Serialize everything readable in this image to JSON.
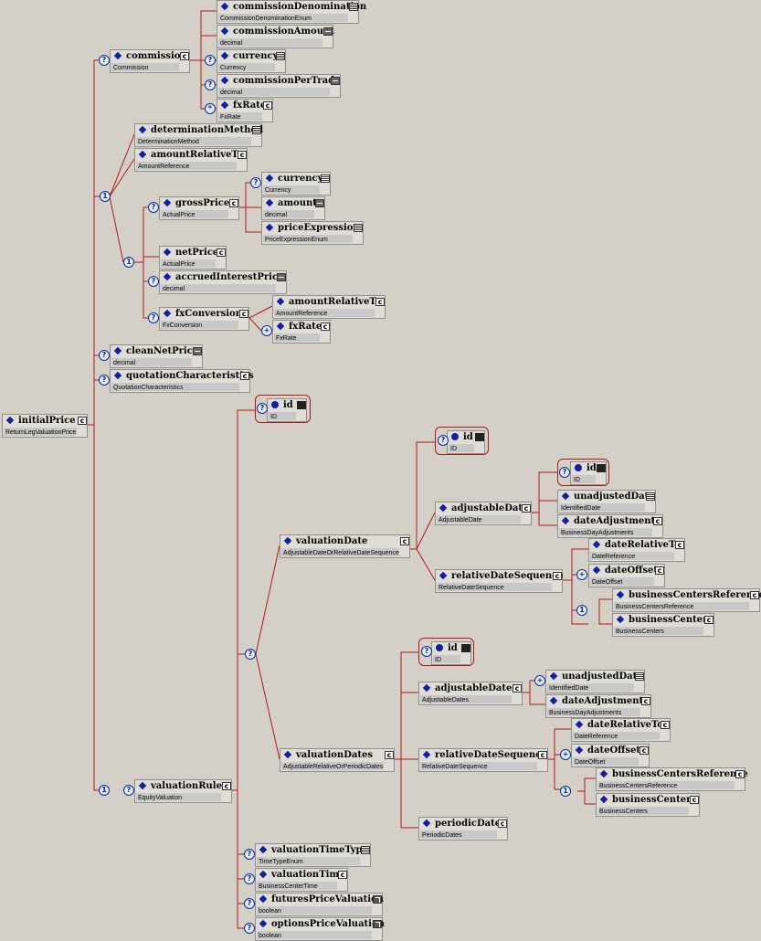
{
  "colors": {
    "connector": "#b01818",
    "badge": "#0030a0",
    "marker": "#1020a0"
  },
  "nodes": {
    "initialPrice": {
      "name": "initialPrice",
      "type": "ReturnLegValuationPrice"
    },
    "commission": {
      "name": "commission",
      "type": "Commission"
    },
    "commissionDenomination": {
      "name": "commissionDenomination",
      "type": "CommissionDenominationEnum"
    },
    "commissionAmount": {
      "name": "commissionAmount",
      "type": "decimal"
    },
    "currency1": {
      "name": "currency",
      "type": "Currency"
    },
    "commissionPerTrade": {
      "name": "commissionPerTrade",
      "type": "decimal"
    },
    "fxRate1": {
      "name": "fxRate",
      "type": "FxRate"
    },
    "determinationMethod": {
      "name": "determinationMethod",
      "type": "DeterminationMethod"
    },
    "amountRelativeTo1": {
      "name": "amountRelativeTo",
      "type": "AmountReference"
    },
    "grossPrice": {
      "name": "grossPrice",
      "type": "ActualPrice"
    },
    "currency2": {
      "name": "currency",
      "type": "Currency"
    },
    "amount": {
      "name": "amount",
      "type": "decimal"
    },
    "priceExpression": {
      "name": "priceExpression",
      "type": "PriceExpressionEnum"
    },
    "netPrice": {
      "name": "netPrice",
      "type": "ActualPrice"
    },
    "accruedInterestPrice": {
      "name": "accruedInterestPrice",
      "type": "decimal"
    },
    "fxConversion": {
      "name": "fxConversion",
      "type": "FxConversion"
    },
    "amountRelativeTo2": {
      "name": "amountRelativeTo",
      "type": "AmountReference"
    },
    "fxRate2": {
      "name": "fxRate",
      "type": "FxRate"
    },
    "cleanNetPrice": {
      "name": "cleanNetPrice",
      "type": "decimal"
    },
    "quotationCharacteristics": {
      "name": "quotationCharacteristics",
      "type": "QuotationCharacteristics"
    },
    "id1": {
      "name": "id",
      "type": "ID"
    },
    "valuationRules": {
      "name": "valuationRules",
      "type": "EquityValuation"
    },
    "valuationDate": {
      "name": "valuationDate",
      "type": "AdjustableDateOrRelativeDateSequence"
    },
    "id2": {
      "name": "id",
      "type": "ID"
    },
    "adjustableDate": {
      "name": "adjustableDate",
      "type": "AdjustableDate"
    },
    "id3": {
      "name": "id",
      "type": "ID"
    },
    "unadjustedDate1": {
      "name": "unadjustedDate",
      "type": "IdentifiedDate"
    },
    "dateAdjustments1": {
      "name": "dateAdjustments",
      "type": "BusinessDayAdjustments"
    },
    "relativeDateSequence1": {
      "name": "relativeDateSequence",
      "type": "RelativeDateSequence"
    },
    "dateRelativeTo1": {
      "name": "dateRelativeTo",
      "type": "DateReference"
    },
    "dateOffset1": {
      "name": "dateOffset",
      "type": "DateOffset"
    },
    "businessCentersReference1": {
      "name": "businessCentersReference",
      "type": "BusinessCentersReference"
    },
    "businessCenters1": {
      "name": "businessCenters",
      "type": "BusinessCenters"
    },
    "valuationDates": {
      "name": "valuationDates",
      "type": "AdjustableRelativeOrPeriodicDates"
    },
    "id4": {
      "name": "id",
      "type": "ID"
    },
    "adjustableDates": {
      "name": "adjustableDates",
      "type": "AdjustableDates"
    },
    "unadjustedDate2": {
      "name": "unadjustedDate",
      "type": "IdentifiedDate"
    },
    "dateAdjustments2": {
      "name": "dateAdjustments",
      "type": "BusinessDayAdjustments"
    },
    "relativeDateSequence2": {
      "name": "relativeDateSequence",
      "type": "RelativeDateSequence"
    },
    "dateRelativeTo2": {
      "name": "dateRelativeTo",
      "type": "DateReference"
    },
    "dateOffset2": {
      "name": "dateOffset",
      "type": "DateOffset"
    },
    "businessCentersReference2": {
      "name": "businessCentersReference",
      "type": "BusinessCentersReference"
    },
    "businessCenters2": {
      "name": "businessCenters",
      "type": "BusinessCenters"
    },
    "periodicDates": {
      "name": "periodicDates",
      "type": "PeriodicDates"
    },
    "valuationTimeType": {
      "name": "valuationTimeType",
      "type": "TimeTypeEnum"
    },
    "valuationTime": {
      "name": "valuationTime",
      "type": "BusinessCenterTime"
    },
    "futuresPriceValuation": {
      "name": "futuresPriceValuation",
      "type": "boolean"
    },
    "optionsPriceValuation": {
      "name": "optionsPriceValuation",
      "type": "boolean"
    }
  },
  "badges": {
    "optional": "?",
    "choice": "1",
    "plus": "+",
    "star": "*"
  }
}
